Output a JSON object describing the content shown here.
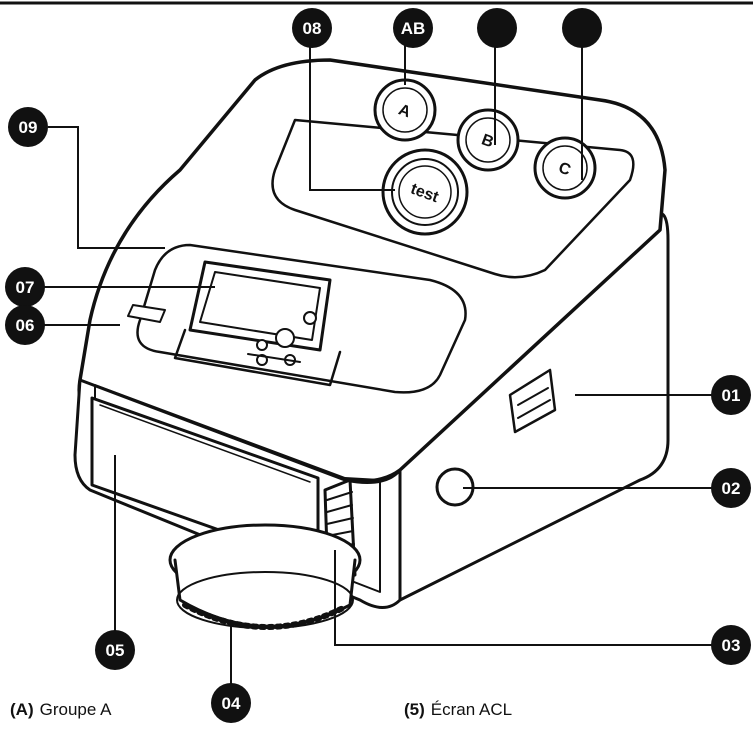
{
  "callouts": {
    "c01": "01",
    "c02": "02",
    "c03": "03",
    "c04": "04",
    "c05": "05",
    "c06": "06",
    "c07": "07",
    "c08": "08",
    "c09": "09",
    "cAB": "AB"
  },
  "buttons": {
    "a": "A",
    "b": "B",
    "c": "C",
    "test": "test"
  },
  "captions": [
    {
      "key": "(A)",
      "text": "Groupe A"
    },
    {
      "key": "(5)",
      "text": "Écran ACL"
    }
  ],
  "colors": {
    "ink": "#111111",
    "paper": "#ffffff"
  }
}
